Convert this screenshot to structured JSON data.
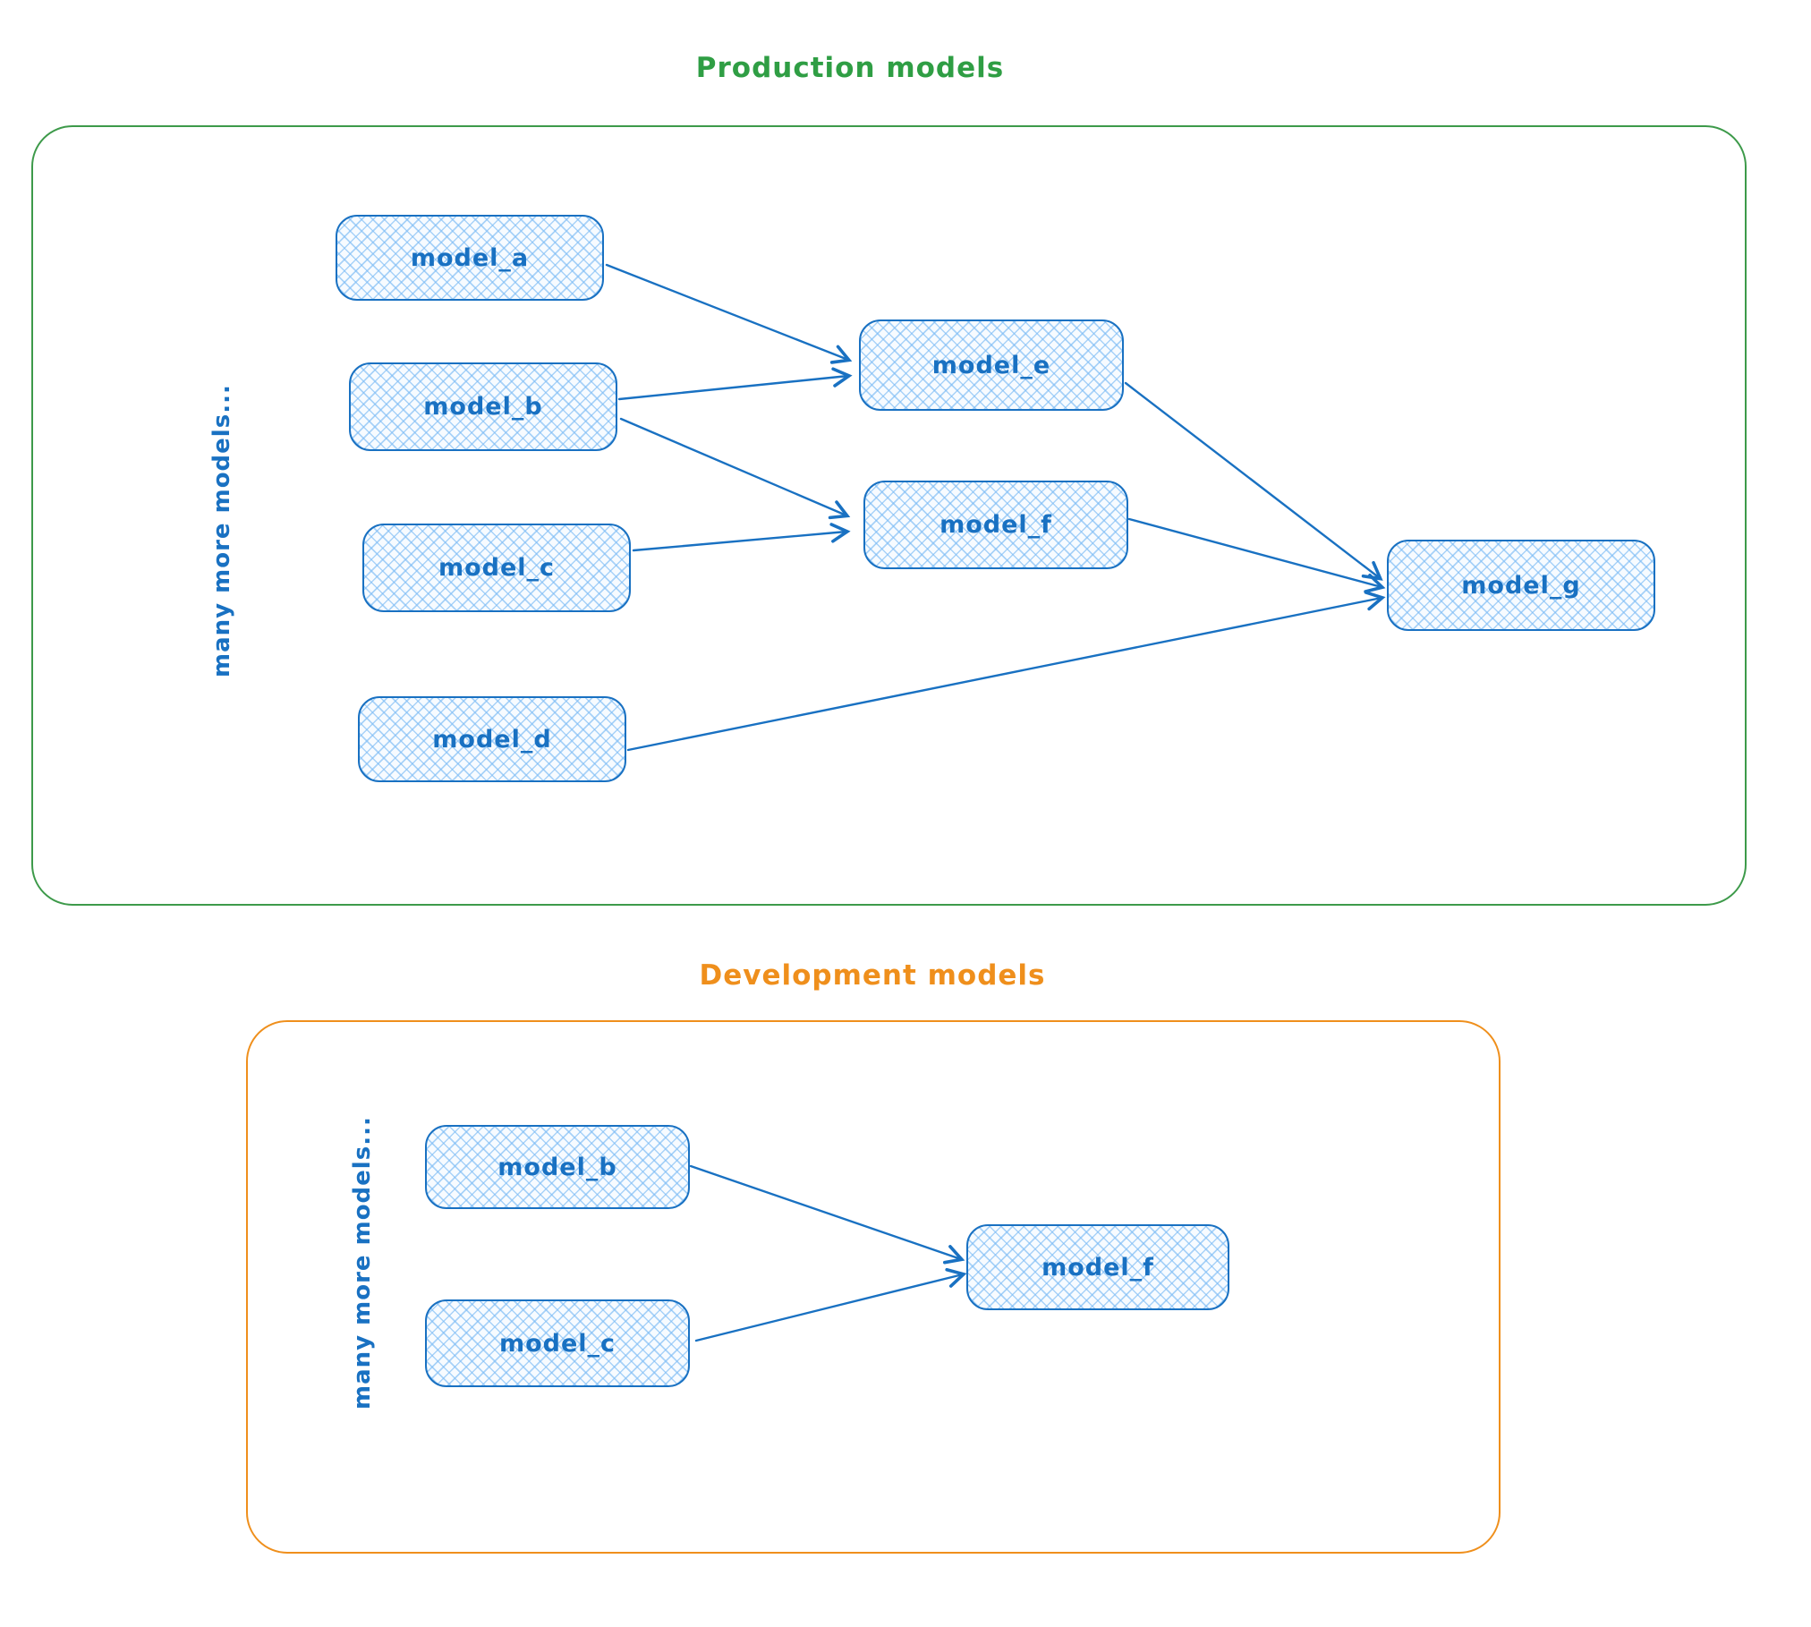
{
  "production": {
    "title": "Production models",
    "side_label": "many more models...",
    "accent_color": "#3d9a4a",
    "nodes": [
      {
        "id": "model_a",
        "label": "model_a"
      },
      {
        "id": "model_b",
        "label": "model_b"
      },
      {
        "id": "model_c",
        "label": "model_c"
      },
      {
        "id": "model_d",
        "label": "model_d"
      },
      {
        "id": "model_e",
        "label": "model_e"
      },
      {
        "id": "model_f",
        "label": "model_f"
      },
      {
        "id": "model_g",
        "label": "model_g"
      }
    ],
    "edges": [
      "model_a -> model_e",
      "model_b -> model_e",
      "model_b -> model_f",
      "model_c -> model_f",
      "model_e -> model_g",
      "model_f -> model_g",
      "model_d -> model_g"
    ]
  },
  "development": {
    "title": "Development models",
    "side_label": "many more models...",
    "accent_color": "#ef8f1c",
    "nodes": [
      {
        "id": "model_b",
        "label": "model_b"
      },
      {
        "id": "model_c",
        "label": "model_c"
      },
      {
        "id": "model_f",
        "label": "model_f"
      }
    ],
    "edges": [
      "model_b -> model_f",
      "model_c -> model_f"
    ]
  },
  "node_style": {
    "stroke_color": "#1971c2",
    "fill_color": "#d7eafc",
    "fill_pattern": "cross-hatch"
  }
}
